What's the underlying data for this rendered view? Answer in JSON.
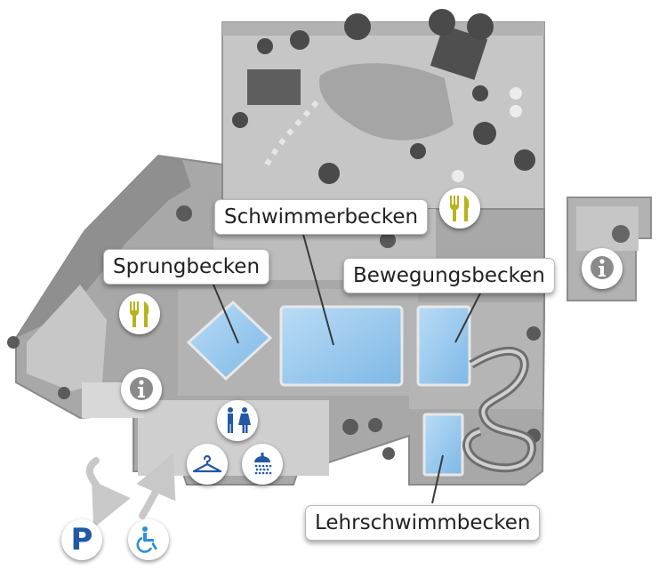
{
  "labels": {
    "schwimmerbecken": "Schwimmerbecken",
    "sprungbecken": "Sprungbecken",
    "bewegungsbecken": "Bewegungsbecken",
    "lehrschwimmbecken": "Lehrschwimmbecken"
  },
  "icons": {
    "parking_letter": "P",
    "parking": "parking-icon",
    "wheelchair": "wheelchair-icon",
    "info": "info-icon",
    "restaurant": "restaurant-icon",
    "toilets": "toilets-icon",
    "wardrobe": "coat-hanger-icon",
    "showers": "shower-icon"
  },
  "colors": {
    "pool_water": "#8fc4ec",
    "building": "#a8a8a8",
    "outdoor": "#c4c4c4",
    "restaurant_icon": "#b8b31d",
    "info_icon": "#8a8a8a",
    "service_icon": "#2158a8",
    "wheelchair_icon": "#2f8fd8"
  }
}
